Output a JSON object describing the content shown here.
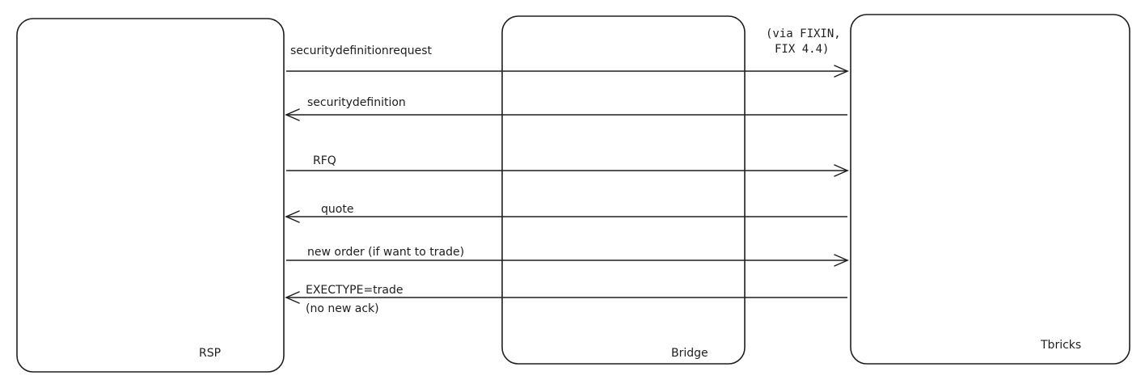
{
  "participants": {
    "rsp": "RSP",
    "bridge": "Bridge",
    "tbricks": "Tbricks"
  },
  "note": {
    "line1": "(via FIXIN,",
    "line2": "FIX 4.4)"
  },
  "messages": {
    "m1": {
      "label": "securitydefinitionrequest",
      "direction": "to-tbricks"
    },
    "m2": {
      "label": "securitydefinition",
      "direction": "to-rsp"
    },
    "m3": {
      "label": "RFQ",
      "direction": "to-tbricks"
    },
    "m4": {
      "label": "quote",
      "direction": "to-rsp"
    },
    "m5": {
      "label": "new order (if want to trade)",
      "direction": "to-tbricks"
    },
    "m6": {
      "label": "EXECTYPE=trade",
      "label2": "(no new ack)",
      "direction": "to-rsp"
    }
  }
}
